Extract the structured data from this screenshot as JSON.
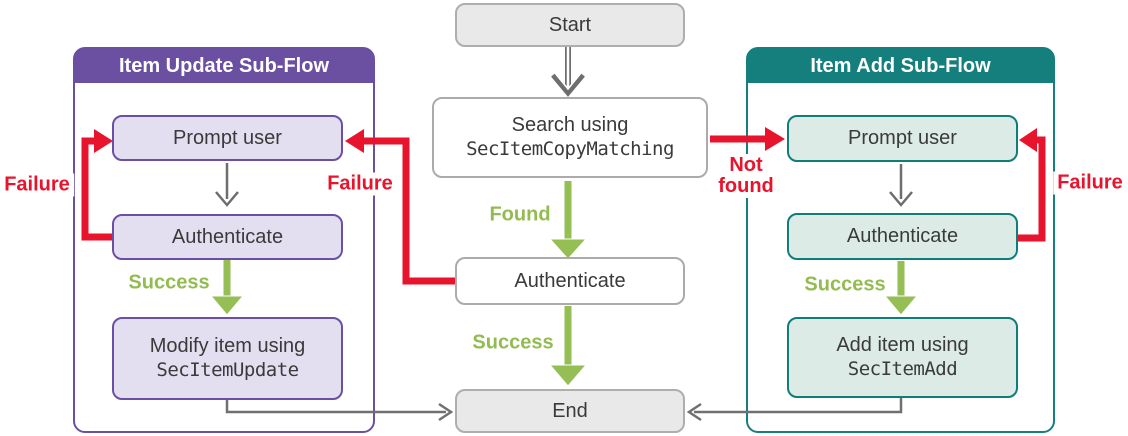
{
  "colors": {
    "purple": "#6b4fa1",
    "purple_fill": "#e3dff1",
    "teal": "#157f7d",
    "teal_fill": "#dcebe6",
    "red": "#e8132c",
    "green": "#92bc50",
    "gray_fill": "#e9e9e9",
    "arrow_gray": "#6e6e6e"
  },
  "center": {
    "start": "Start",
    "search_line1": "Search using",
    "search_line2": "SecItemCopyMatching",
    "authenticate": "Authenticate",
    "end": "End",
    "found_label": "Found",
    "success_label": "Success",
    "failure_label": "Failure",
    "not_found_line1": "Not",
    "not_found_line2": "found"
  },
  "update_flow": {
    "title": "Item Update Sub-Flow",
    "prompt": "Prompt user",
    "authenticate": "Authenticate",
    "success_label": "Success",
    "failure_label": "Failure",
    "action_line1": "Modify item using",
    "action_line2": "SecItemUpdate"
  },
  "add_flow": {
    "title": "Item Add Sub-Flow",
    "prompt": "Prompt user",
    "authenticate": "Authenticate",
    "success_label": "Success",
    "failure_label": "Failure",
    "action_line1": "Add item using",
    "action_line2": "SecItemAdd"
  }
}
